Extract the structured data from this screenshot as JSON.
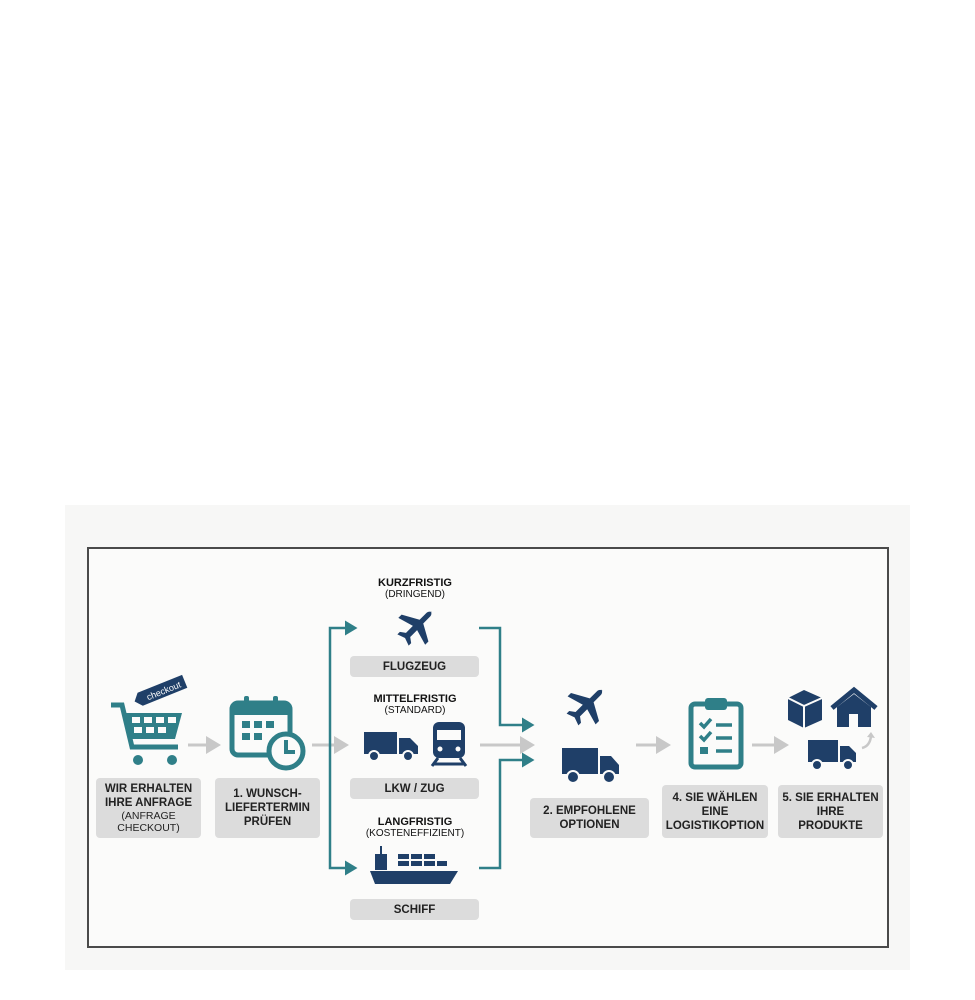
{
  "colors": {
    "teal": "#2f7f88",
    "navy": "#1f3f68",
    "gray_arrow": "#c8c8c8",
    "label_bg": "#dcdcdc"
  },
  "steps": {
    "receive": {
      "label": "WIR ERHALTEN\nIHRE ANFRAGE",
      "sub": "(ANFRAGE\nCHECKOUT)",
      "icon": "shopping-cart-icon",
      "tag": "checkout"
    },
    "check": {
      "label": "1. WUNSCH-\nLIEFERTERMIN\nPRÜFEN",
      "icon": "calendar-clock-icon"
    },
    "recommend": {
      "label": "2. EMPFOHLENE\nOPTIONEN",
      "icon": "plane-truck-icon"
    },
    "choose": {
      "label": "4. SIE WÄHLEN\nEINE\nLOGISTIKOPTION",
      "icon": "clipboard-checklist-icon"
    },
    "deliver": {
      "label": "5. SIE ERHALTEN\nIHRE\nPRODUKTE",
      "icon": "package-house-truck-icon"
    }
  },
  "options": [
    {
      "title": "KURZFRISTIG",
      "sub": "(DRINGEND)",
      "label": "FLUGZEUG",
      "icon": "airplane-icon"
    },
    {
      "title": "MITTELFRISTIG",
      "sub": "(STANDARD)",
      "label": "LKW / ZUG",
      "icon": "truck-train-icon"
    },
    {
      "title": "LANGFRISTIG",
      "sub": "(KOSTENEFFIZIENT)",
      "label": "SCHIFF",
      "icon": "ship-icon"
    }
  ]
}
